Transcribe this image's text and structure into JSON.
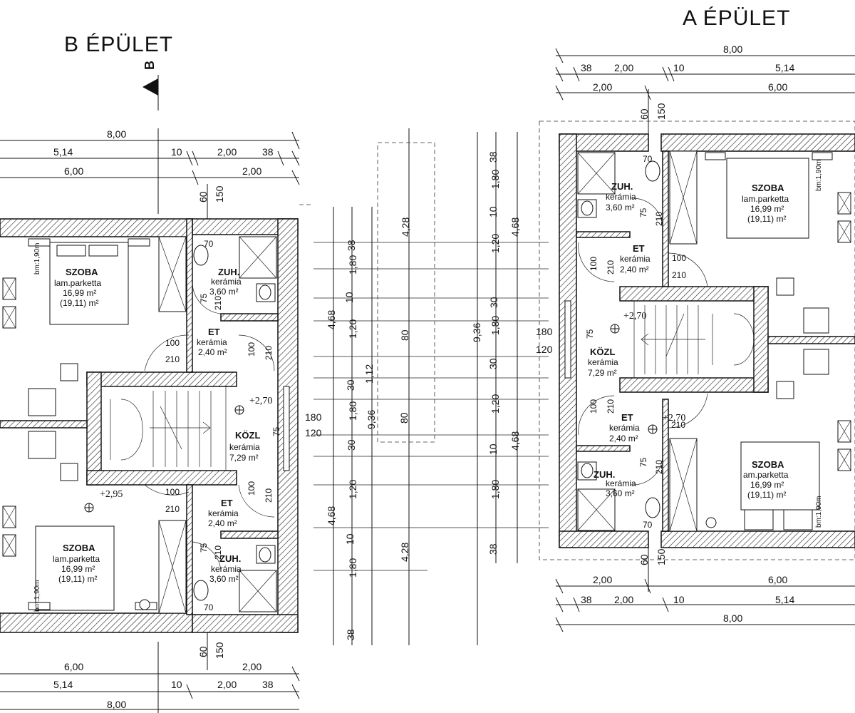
{
  "buildings": {
    "b": {
      "title": "B ÉPÜLET",
      "section_mark": "B"
    },
    "a": {
      "title": "A ÉPÜLET"
    }
  },
  "dims": {
    "d800": "8,00",
    "d514": "5,14",
    "d10": "10",
    "d200": "2,00",
    "d38": "38",
    "d600": "6,00",
    "d60": "60",
    "d150": "150",
    "d70": "70",
    "d75": "75",
    "d210": "210",
    "d100": "100",
    "d180": "180",
    "d120": "120",
    "d468": "4,68",
    "d936": "9,36",
    "d428": "4,28",
    "d80": "80",
    "d112": "1,12",
    "d30": "30",
    "d1_80": "1,80",
    "d1_20": "1,20"
  },
  "levels": {
    "l270": "+2,70",
    "l295": "+2,95"
  },
  "rooms": {
    "szoba": {
      "name": "SZOBA",
      "floor": "lam.parketta",
      "floor_cut": "am.parketta",
      "area": "16,99 m²",
      "area2": "(19,11) m²",
      "bm": "bm:1,90m"
    },
    "zuh": {
      "name": "ZUH.",
      "floor": "kerámia",
      "area": "3,60 m²"
    },
    "et": {
      "name": "ET",
      "floor": "kerámia",
      "area": "2,40 m²"
    },
    "kozl": {
      "name": "KÖZL",
      "floor": "kerámia",
      "area": "7,29 m²"
    }
  }
}
